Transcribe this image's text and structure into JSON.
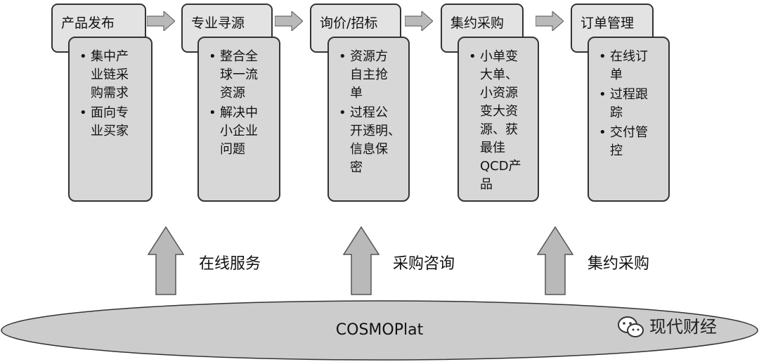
{
  "stages": [
    {
      "title": "产品发布",
      "bullets": [
        "集中产\n业链采\n购需求",
        "面向专\n业买家"
      ]
    },
    {
      "title": "专业寻源",
      "bullets": [
        "整合全\n球一流\n资源",
        "解决中\n小企业\n问题"
      ]
    },
    {
      "title": "询价/招标",
      "bullets": [
        "资源方\n自主抢\n单",
        "过程公\n开透明、\n信息保\n密"
      ]
    },
    {
      "title": "集约采购",
      "bullets": [
        "小单变\n大单、\n小资源\n变大资\n源、获\n最佳\nQCD产\n品"
      ]
    },
    {
      "title": "订单管理",
      "bullets": [
        "在线订\n单",
        "过程跟\n踪",
        "交付管\n控"
      ]
    }
  ],
  "bullet_symbol": "•",
  "services": [
    "在线服务",
    "采购咨询",
    "集约采购"
  ],
  "platform": {
    "label": "COSMOPlat"
  },
  "watermark": {
    "text": "现代财经",
    "icon": "wechat-icon"
  },
  "colors": {
    "header_fill": "#e3e3e3",
    "card_fill": "#d7d7d7",
    "arrow_fill": "#b9b9b9",
    "platform_fill": "#cccccc",
    "outline": "#333333"
  }
}
